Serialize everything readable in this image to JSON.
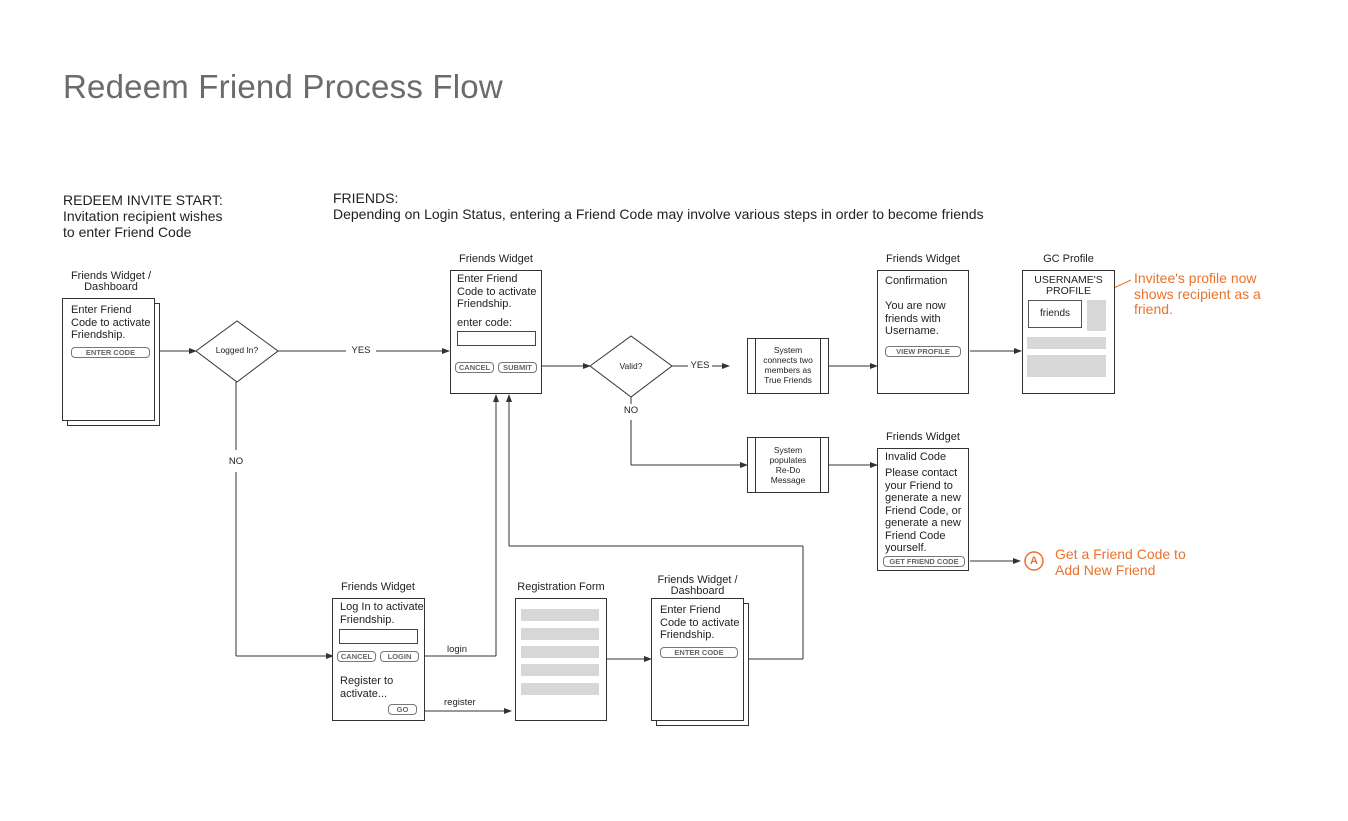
{
  "title": "Redeem Friend Process Flow",
  "start": {
    "heading": "REDEEM INVITE START:",
    "line1": "Invitation recipient wishes",
    "line2": "to enter Friend Code"
  },
  "friends": {
    "heading": "FRIENDS:",
    "description": "Depending on Login Status, entering a Friend Code may involve various steps in order to become friends"
  },
  "dashboard1": {
    "caption1": "Friends Widget /",
    "caption2": "Dashboard",
    "line1": "Enter Friend",
    "line2": "Code to activate",
    "line3": "Friendship.",
    "button": "ENTER CODE"
  },
  "decision_login": {
    "label": "Logged In?"
  },
  "enter_code_widget": {
    "caption": "Friends Widget",
    "line1": "Enter Friend",
    "line2": "Code to activate",
    "line3": "Friendship.",
    "prompt": "enter code:",
    "cancel": "CANCEL",
    "submit": "SUBMIT"
  },
  "decision_valid": {
    "label": "Valid?"
  },
  "process_connect": {
    "line1": "System",
    "line2": "connects two",
    "line3": "members as",
    "line4": "True Friends"
  },
  "process_redo": {
    "line1": "System",
    "line2": "populates",
    "line3": "Re-Do",
    "line4": "Message"
  },
  "confirm_widget": {
    "caption": "Friends Widget",
    "heading": "Confirmation",
    "line1": "You are now",
    "line2": "friends with",
    "line3": "Username.",
    "button": "VIEW PROFILE"
  },
  "gc_profile": {
    "caption": "GC Profile",
    "line1": "USERNAME'S",
    "line2": "PROFILE",
    "tag": "friends"
  },
  "profile_note": {
    "line1": "Invitee's profile now",
    "line2": "shows recipient as a",
    "line3": "friend."
  },
  "invalid_widget": {
    "caption": "Friends Widget",
    "heading": "Invalid Code",
    "lines": [
      "Please contact",
      "your Friend to",
      "generate a new",
      "Friend Code, or",
      "generate a new",
      "Friend Code",
      "yourself."
    ],
    "button": "GET FRIEND CODE"
  },
  "connector_a": {
    "letter": "A",
    "line1": "Get a Friend Code to",
    "line2": "Add New Friend"
  },
  "login_widget": {
    "caption": "Friends Widget",
    "line1": "Log In to activate",
    "line2": "Friendship.",
    "cancel": "CANCEL",
    "login": "LOGIN",
    "reg1": "Register to",
    "reg2": "activate...",
    "go": "GO"
  },
  "registration": {
    "caption": "Registration Form"
  },
  "dashboard2": {
    "caption1": "Friends Widget /",
    "caption2": "Dashboard",
    "line1": "Enter Friend",
    "line2": "Code to activate",
    "line3": "Friendship.",
    "button": "ENTER CODE"
  },
  "edges": {
    "yes1": "YES",
    "no1": "NO",
    "yes2": "YES",
    "no2": "NO",
    "login": "login",
    "register": "register"
  },
  "colors": {
    "accent": "#e8732c",
    "line": "#333333",
    "placeholder_bar": "#d7d7d7"
  }
}
